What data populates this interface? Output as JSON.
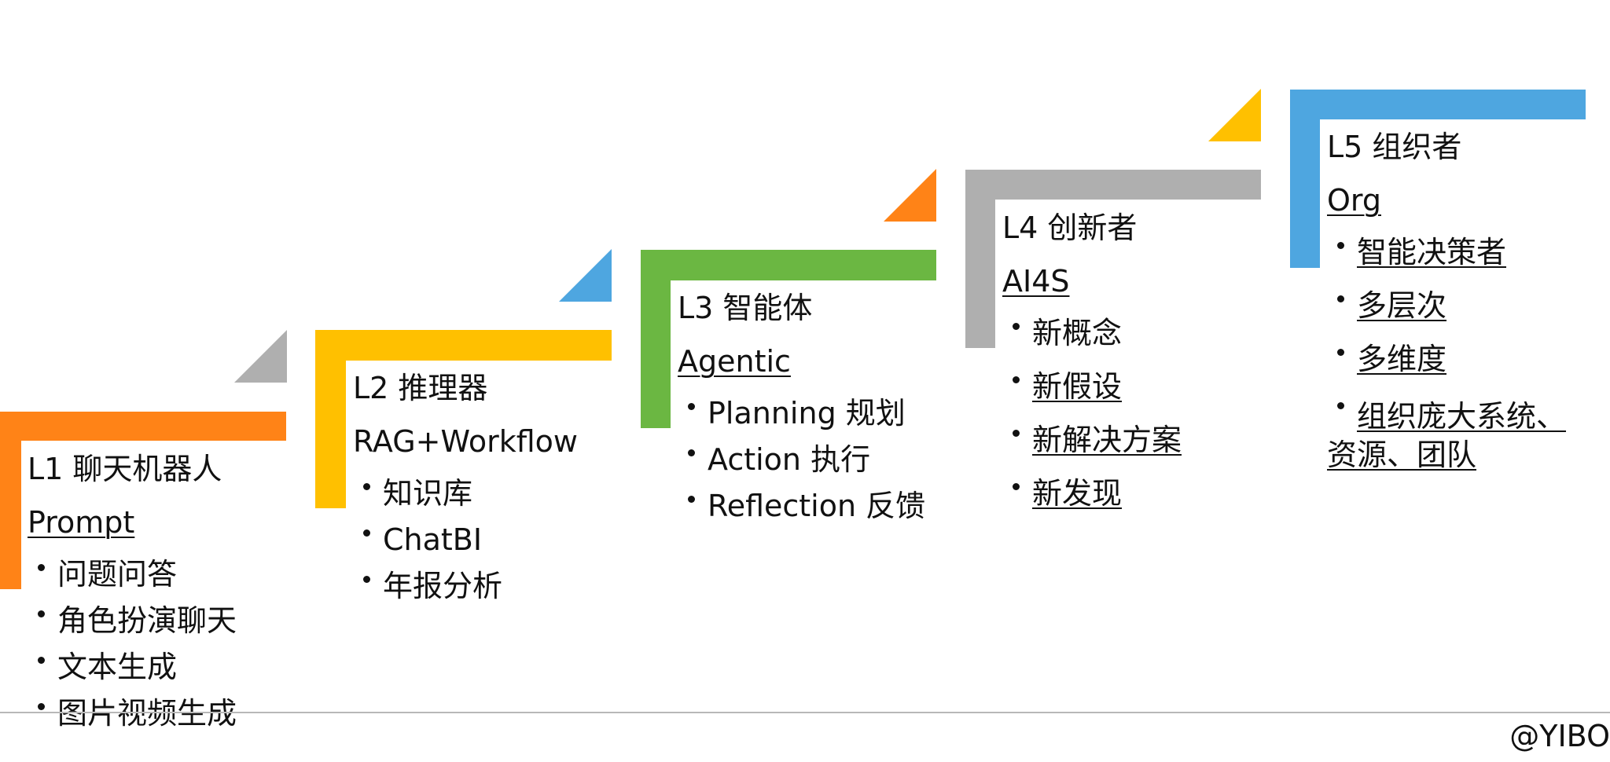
{
  "colors": {
    "orange": "#FF8317",
    "yellow": "#FFC000",
    "green": "#6BB742",
    "gray": "#AFAFAF",
    "blue": "#4EA6E0"
  },
  "levels": [
    {
      "title": "L1 聊天机器人",
      "subtitle": "Prompt",
      "items": [
        "问题问答",
        "角色扮演聊天",
        "文本生成",
        "图片视频生成"
      ]
    },
    {
      "title": "L2 推理器",
      "subtitle": "RAG+Workflow",
      "items": [
        "知识库",
        "ChatBI",
        "年报分析"
      ]
    },
    {
      "title": "L3 智能体",
      "subtitle": "Agentic",
      "items": [
        "Planning 规划",
        "Action 执行",
        "Reflection 反馈"
      ]
    },
    {
      "title": "L4 创新者",
      "subtitle": "AI4S",
      "items": [
        "新概念",
        "新假设",
        "新解决方案",
        "新发现"
      ]
    },
    {
      "title": "L5 组织者",
      "subtitle": "Org",
      "items": [
        "智能决策者",
        "多层次",
        "多维度",
        "组织庞大系统、资源、团队"
      ]
    }
  ],
  "footer": "@YIBO"
}
